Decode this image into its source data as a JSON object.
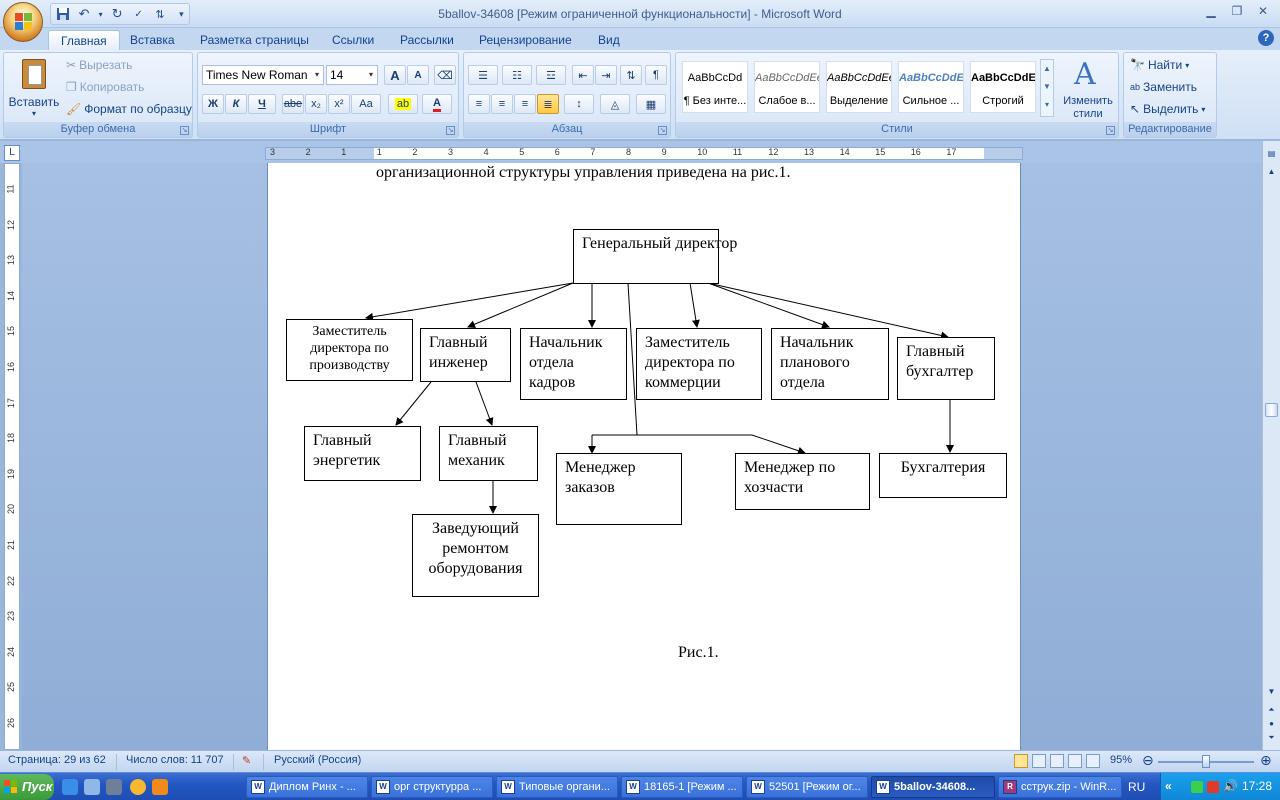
{
  "window": {
    "title": "5ballov-34608 [Режим ограниченной функциональности] - Microsoft Word"
  },
  "tabs": [
    "Главная",
    "Вставка",
    "Разметка страницы",
    "Ссылки",
    "Рассылки",
    "Рецензирование",
    "Вид"
  ],
  "ribbon": {
    "clipboard": {
      "label": "Буфер обмена",
      "paste": "Вставить",
      "cut": "Вырезать",
      "copy": "Копировать",
      "format_painter": "Формат по образцу"
    },
    "font": {
      "label": "Шрифт",
      "font_name": "Times New Roman",
      "font_size": "14",
      "bold": "Ж",
      "italic": "К",
      "underline": "Ч",
      "strike": "abe",
      "subscript": "x₂",
      "superscript": "x²",
      "change_case": "Aa",
      "grow": "A",
      "shrink": "A"
    },
    "paragraph": {
      "label": "Абзац",
      "pilcrow": "¶"
    },
    "styles": {
      "label": "Стили",
      "items": [
        {
          "sample": "AaBbCcDd",
          "name": "¶ Без инте..."
        },
        {
          "sample": "AaBbCcDdEe",
          "name": "Слабое в..."
        },
        {
          "sample": "AaBbCcDdEe",
          "name": "Выделение"
        },
        {
          "sample": "AaBbCcDdEe",
          "name": "Сильное ..."
        },
        {
          "sample": "AaBbCcDdEe",
          "name": "Строгий"
        }
      ],
      "change_styles": "Изменить стили"
    },
    "editing": {
      "label": "Редактирование",
      "find": "Найти",
      "replace": "Заменить",
      "select": "Выделить"
    }
  },
  "document": {
    "body_text": "организационной структуры управления приведена на рис.1.",
    "caption": "Рис.1.",
    "nodes": {
      "ceo": "Генеральный директор",
      "deputy_production": "Заместитель директора по производству",
      "chief_engineer": "Главный инженер",
      "hr_head": "Начальник отдела кадров",
      "deputy_commerce": "Заместитель директора по коммерции",
      "planning_head": "Начальник планового отдела",
      "chief_accountant": "Главный бухгалтер",
      "chief_power_engineer": "Главный энергетик",
      "chief_mechanic": "Главный механик",
      "order_manager": "Менеджер заказов",
      "supply_manager": "Менеджер по хозчасти",
      "accounting": "Бухгалтерия",
      "repair_head": "Заведующий ремонтом оборудования"
    }
  },
  "ruler": {
    "h_numbers": [
      "3",
      "2",
      "1",
      "1",
      "2",
      "3",
      "4",
      "5",
      "6",
      "7",
      "8",
      "9",
      "10",
      "11",
      "12",
      "13",
      "14",
      "15",
      "16",
      "17"
    ],
    "v_numbers": [
      "11",
      "12",
      "13",
      "14",
      "15",
      "16",
      "17",
      "18",
      "19",
      "20",
      "21",
      "22",
      "23",
      "24",
      "25",
      "26"
    ]
  },
  "status": {
    "page": "Страница: 29 из 62",
    "words": "Число слов: 11 707",
    "language": "Русский (Россия)",
    "zoom": "95%",
    "zoom_level": 0.95
  },
  "taskbar": {
    "start": "Пуск",
    "tasks": [
      "Диплом Ринх - ...",
      "орг структурра ...",
      "Типовые органи...",
      "18165-1 [Режим ...",
      "52501 [Режим ог...",
      "5ballov-34608...",
      "сструк.zip - WinR..."
    ],
    "language": "RU",
    "clock": "17:28"
  }
}
